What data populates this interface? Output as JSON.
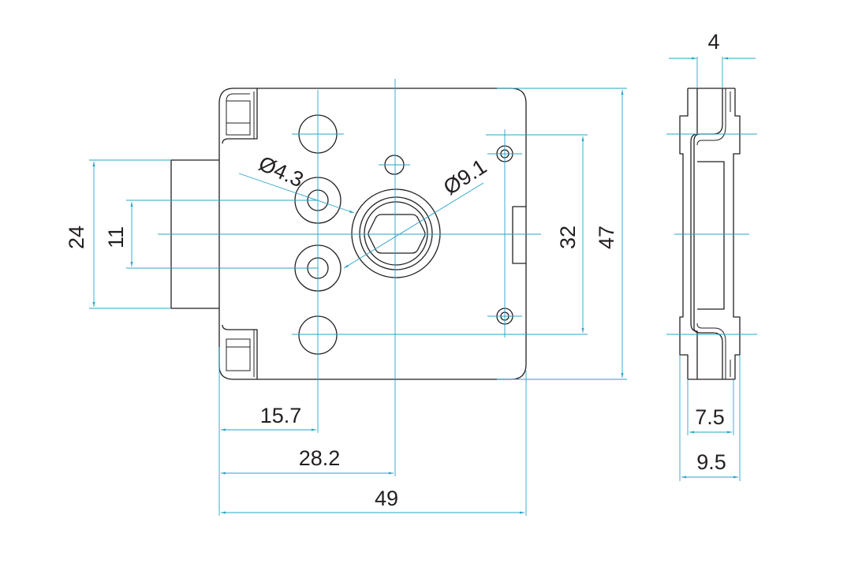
{
  "colors": {
    "object": "#231f20",
    "dimension": "#29a3c7",
    "background": "#ffffff"
  },
  "dimensions": {
    "d_small_hole": "Ø4.3",
    "d_spindle": "Ø9.1",
    "h24": "24",
    "h11": "11",
    "h32": "32",
    "h47": "47",
    "w15_7": "15.7",
    "w28_2": "28.2",
    "w49": "49",
    "t4": "4",
    "t7_5": "7.5",
    "t9_5": "9.5"
  }
}
